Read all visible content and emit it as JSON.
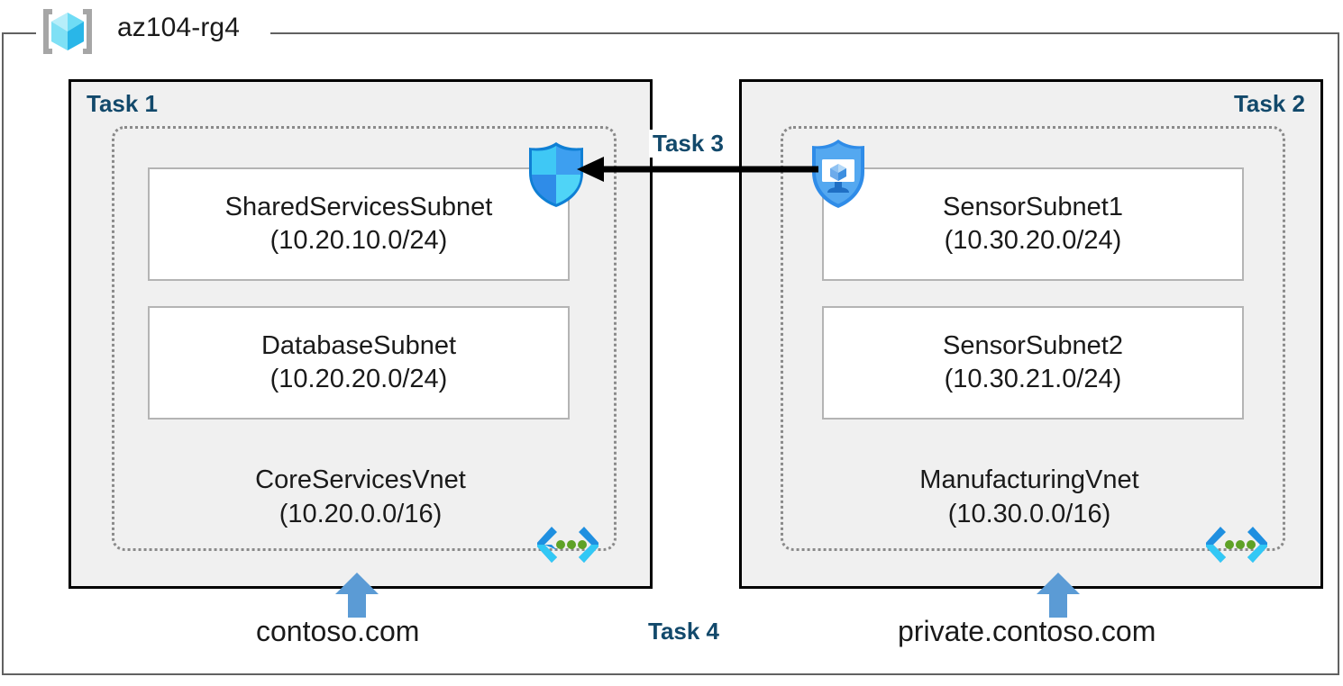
{
  "resource_group": {
    "name": "az104-rg4",
    "icon": "resource-group-cube-icon"
  },
  "panels": [
    {
      "id": "task1",
      "label": "Task 1",
      "label_align": "left",
      "vnet": {
        "name": "CoreServicesVnet",
        "cidr": "(10.20.0.0/16)",
        "icon": "virtual-network-icon",
        "subnets": [
          {
            "name": "SharedServicesSubnet",
            "cidr": "(10.20.10.0/24)"
          },
          {
            "name": "DatabaseSubnet",
            "cidr": "(10.20.20.0/24)"
          }
        ]
      },
      "dns": {
        "label": "contoso.com",
        "arrow": "up-arrow-icon"
      }
    },
    {
      "id": "task2",
      "label": "Task 2",
      "label_align": "right",
      "vnet": {
        "name": "ManufacturingVnet",
        "cidr": "(10.30.0.0/16)",
        "icon": "virtual-network-icon",
        "subnets": [
          {
            "name": "SensorSubnet1",
            "cidr": "(10.30.20.0/24)"
          },
          {
            "name": "SensorSubnet2",
            "cidr": "(10.30.21.0/24)"
          }
        ]
      },
      "dns": {
        "label": "private.contoso.com",
        "arrow": "up-arrow-icon"
      }
    }
  ],
  "connections": {
    "peering": {
      "label": "Task 3",
      "direction": "right-to-left",
      "from_icon": "vm-shield-icon",
      "to_icon": "network-security-group-shield-icon"
    },
    "dns_zones": {
      "label": "Task 4"
    }
  },
  "colors": {
    "task_label": "#12496b",
    "panel_fill": "#f0f0f0",
    "panel_border": "#000000",
    "vnet_border": "#8a8a8a",
    "subnet_border": "#b4b4b4",
    "container_border": "#616161",
    "dns_arrow": "#5b9bd5",
    "azure_blue": "#0078d4",
    "cyan": "#32bef0",
    "green_dot": "#5ea226"
  }
}
